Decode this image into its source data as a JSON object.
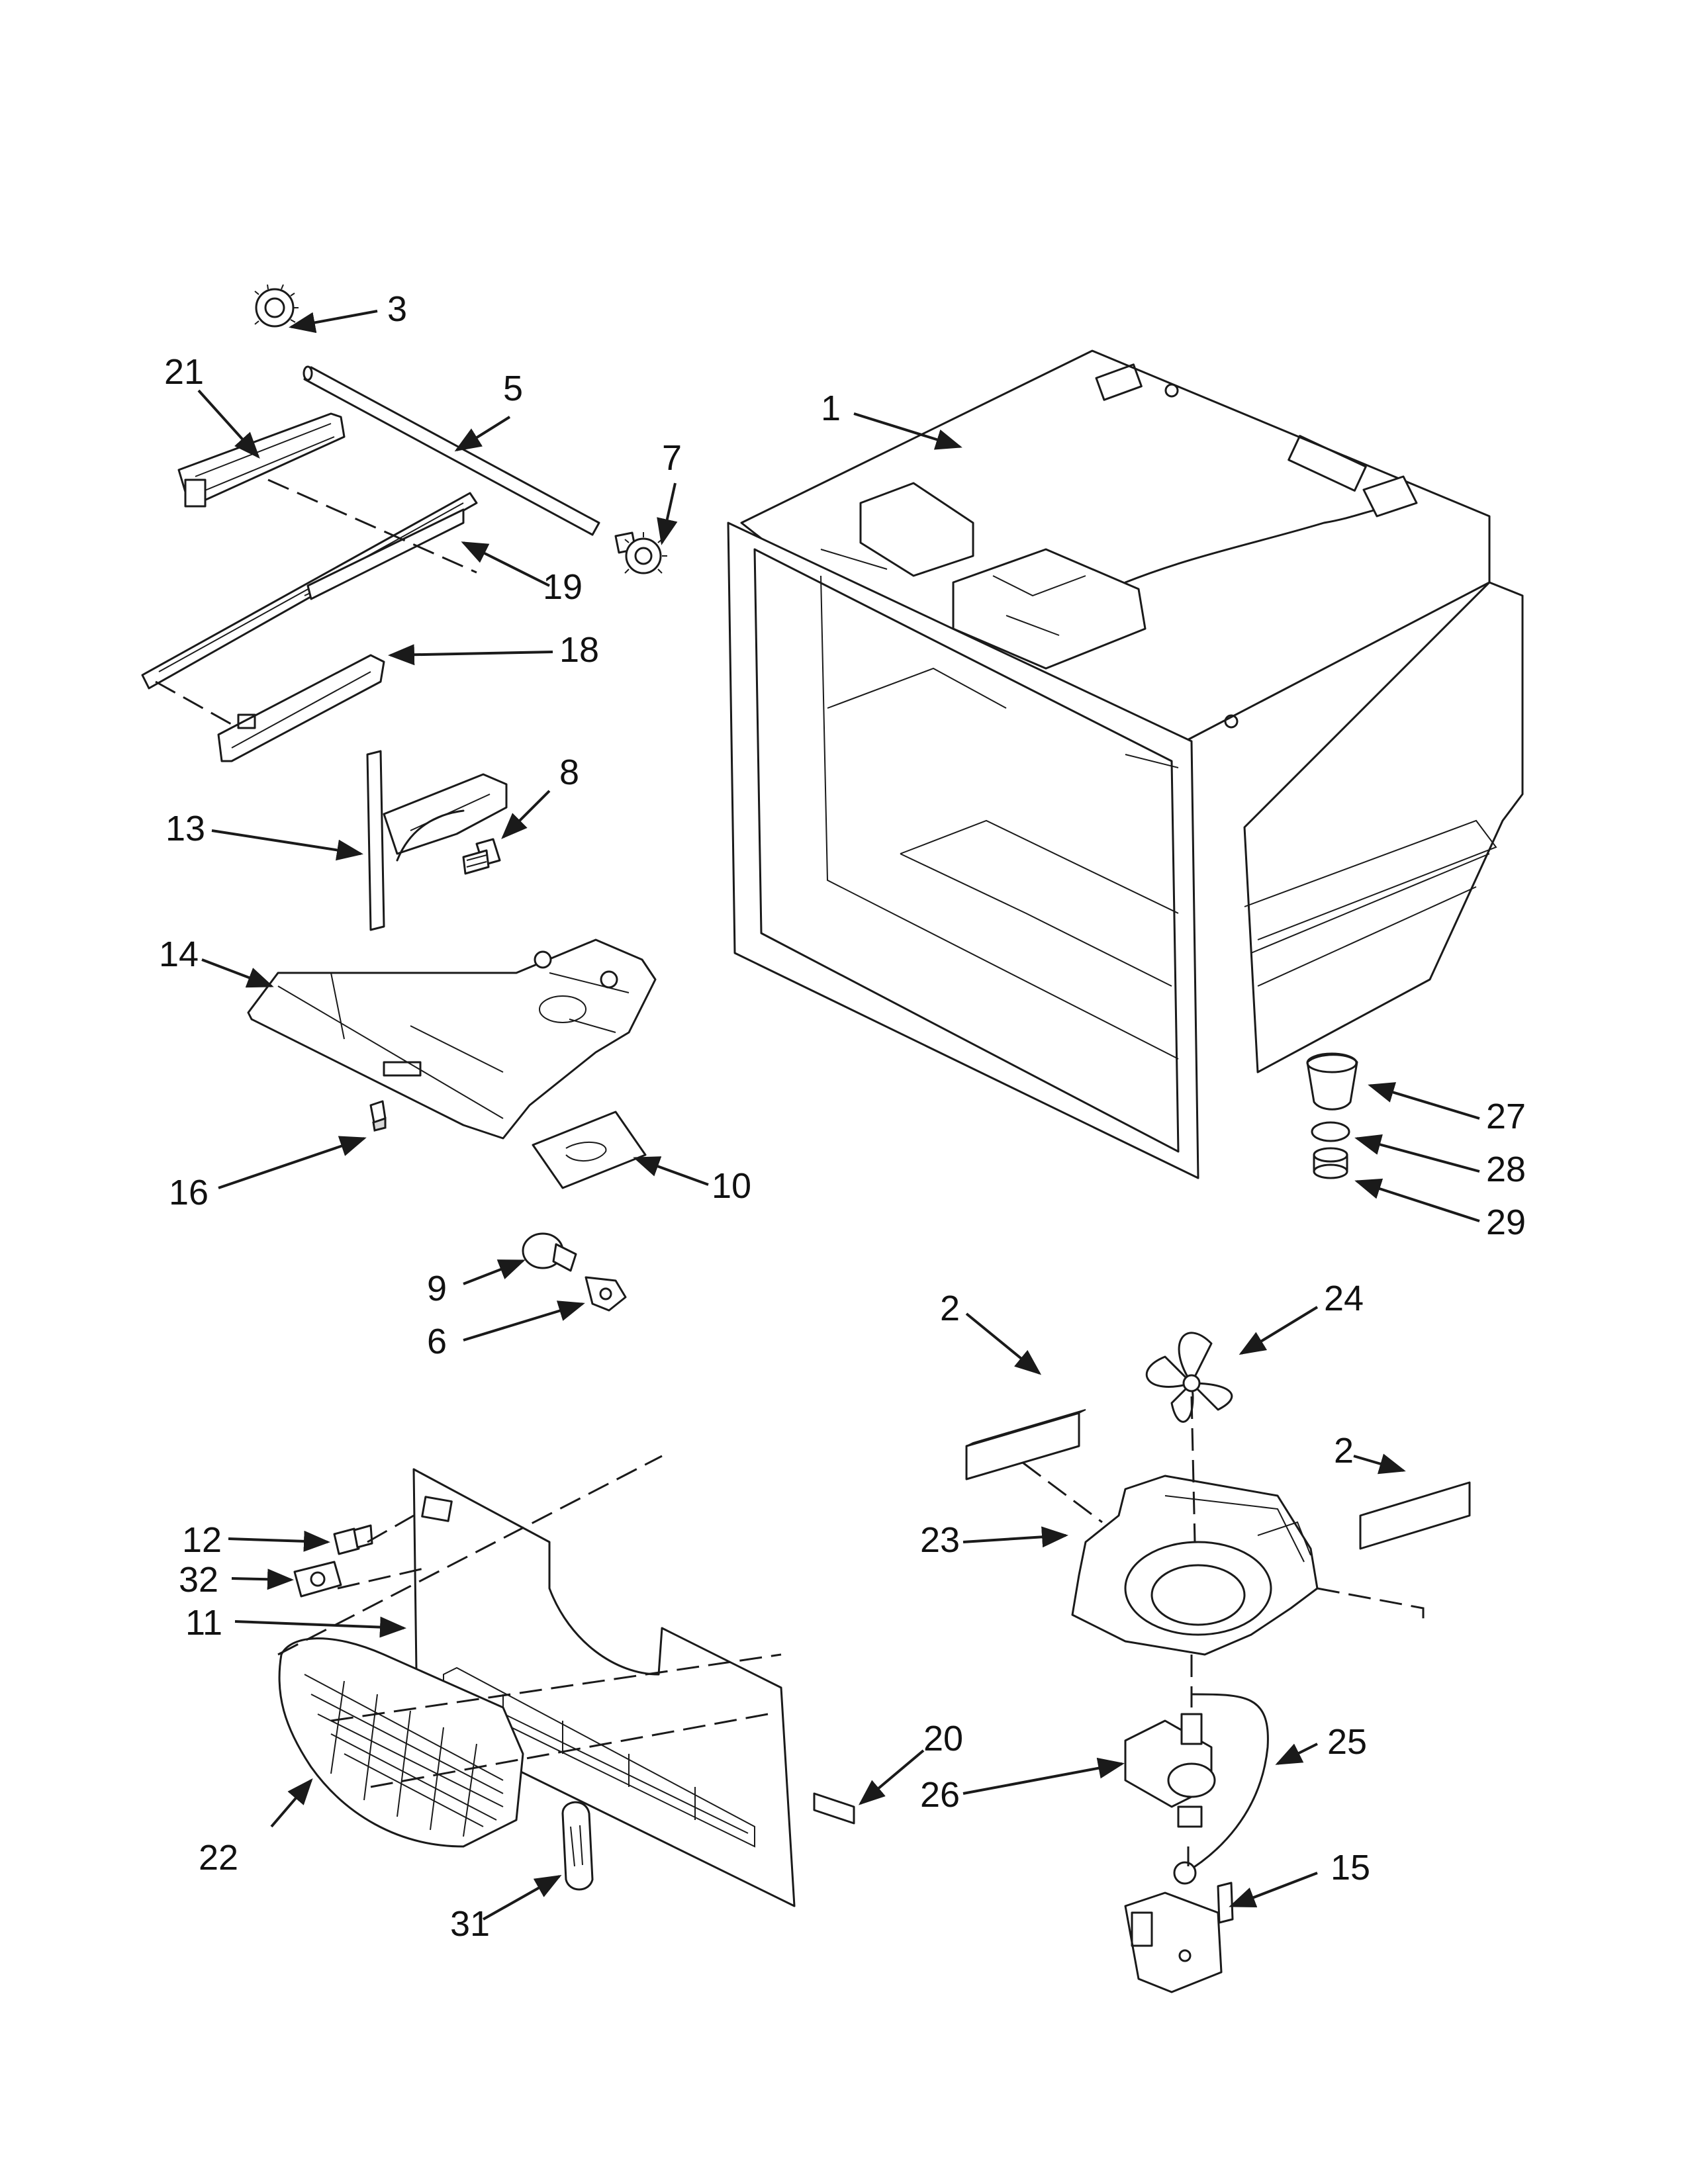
{
  "callouts": [
    {
      "id": "c1",
      "text": "1"
    },
    {
      "id": "c2a",
      "text": "2"
    },
    {
      "id": "c2b",
      "text": "2"
    },
    {
      "id": "c3",
      "text": "3"
    },
    {
      "id": "c5",
      "text": "5"
    },
    {
      "id": "c6",
      "text": "6"
    },
    {
      "id": "c7",
      "text": "7"
    },
    {
      "id": "c8",
      "text": "8"
    },
    {
      "id": "c9",
      "text": "9"
    },
    {
      "id": "c10",
      "text": "10"
    },
    {
      "id": "c11",
      "text": "11"
    },
    {
      "id": "c12",
      "text": "12"
    },
    {
      "id": "c13",
      "text": "13"
    },
    {
      "id": "c14",
      "text": "14"
    },
    {
      "id": "c15",
      "text": "15"
    },
    {
      "id": "c16",
      "text": "16"
    },
    {
      "id": "c18",
      "text": "18"
    },
    {
      "id": "c19",
      "text": "19"
    },
    {
      "id": "c20",
      "text": "20"
    },
    {
      "id": "c21",
      "text": "21"
    },
    {
      "id": "c22",
      "text": "22"
    },
    {
      "id": "c23",
      "text": "23"
    },
    {
      "id": "c24",
      "text": "24"
    },
    {
      "id": "c25",
      "text": "25"
    },
    {
      "id": "c26",
      "text": "26"
    },
    {
      "id": "c27",
      "text": "27"
    },
    {
      "id": "c28",
      "text": "28"
    },
    {
      "id": "c29",
      "text": "29"
    },
    {
      "id": "c31",
      "text": "31"
    },
    {
      "id": "c32",
      "text": "32"
    }
  ]
}
